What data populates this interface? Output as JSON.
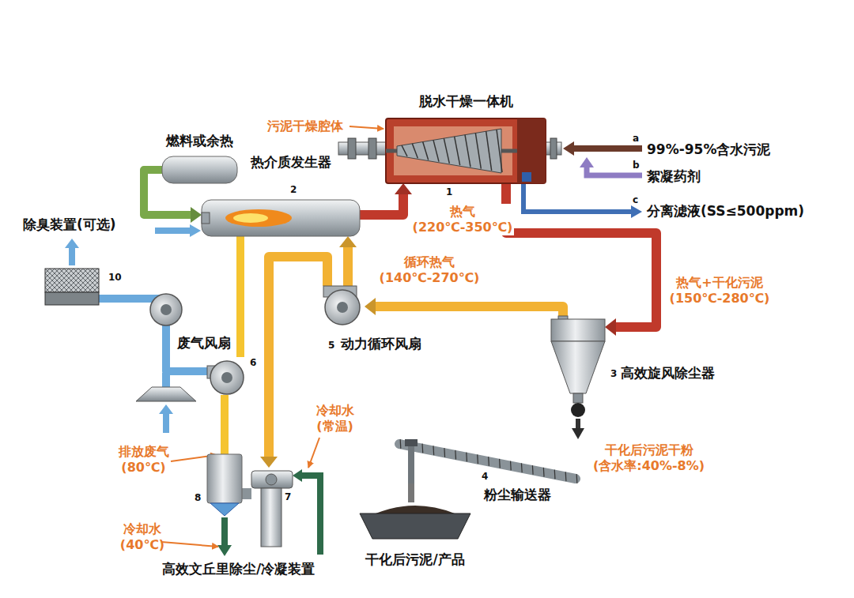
{
  "diagram": {
    "nodes": [
      {
        "text": [
          "脱水干燥一体机",
          "1"
        ]
      },
      {
        "text": [
          "燃料或余热"
        ]
      },
      {
        "text": [
          "热介质发生器",
          "2"
        ]
      },
      {
        "text": [
          "除臭装置(可选)",
          "10"
        ]
      },
      {
        "text": [
          "5",
          "动力循环风扇"
        ]
      },
      {
        "text": [
          "废气风扇",
          "6"
        ]
      },
      {
        "text": [
          "3",
          "高效旋风除尘器"
        ]
      },
      {
        "text": [
          "4",
          "粉尘输送器"
        ]
      },
      {
        "text": [
          "8"
        ]
      },
      {
        "text": [
          "7"
        ]
      },
      {
        "text": [
          "干化后污泥/产品"
        ]
      }
    ],
    "edges": [
      {
        "from": 1,
        "to": 2,
        "arrow": "to"
      },
      {
        "from": 2,
        "to": 0,
        "label": "热气 (220℃-350℃)",
        "arrow": "to"
      },
      {
        "from": 0,
        "to": 6,
        "label": "热气+干化污泥 (150℃-280℃)",
        "arrow": "to"
      },
      {
        "from": 6,
        "to": 4,
        "arrow": "to"
      },
      {
        "from": 4,
        "to": 2,
        "label": "循环热气 (140℃-270℃)",
        "arrow": "to"
      },
      {
        "from": 4,
        "to": 9,
        "arrow": "to"
      },
      {
        "from": 6,
        "to": 7,
        "label": "干化后污泥干粉 (含水率:40%-8%)",
        "arrow": "to"
      },
      {
        "from": 7,
        "to": 10,
        "arrow": "none"
      },
      {
        "from": 9,
        "to": 8,
        "arrow": "none"
      },
      {
        "from": 8,
        "to": 5,
        "label": "排放废气 (80℃)",
        "arrow": "none"
      },
      {
        "from": 5,
        "to": 3,
        "arrow": "none"
      },
      {
        "from": 2,
        "to": 5,
        "arrow": "none"
      }
    ],
    "labels": [
      "污泥干燥腔体",
      "a",
      "99%-95%含水污泥",
      "b",
      "絮凝药剂",
      "c",
      "分离滤液(SS≤500ppm)",
      "冷却水 (常温)",
      "冷却水 (40℃)",
      "高效文丘里除尘/冷凝装置"
    ]
  }
}
